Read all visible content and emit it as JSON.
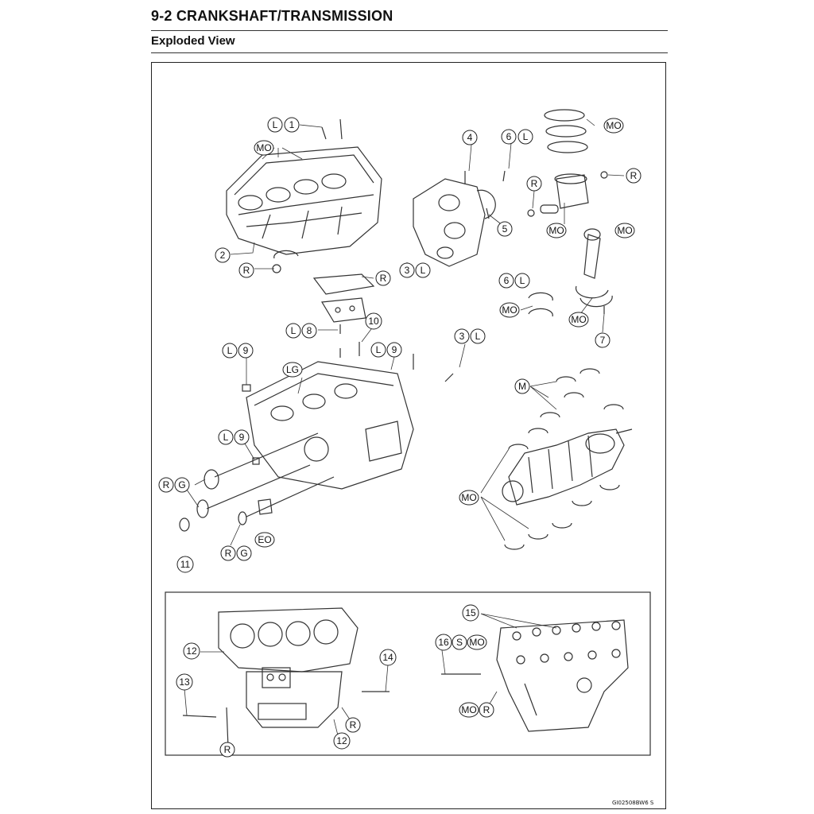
{
  "header": {
    "section_title": "9-2 CRANKSHAFT/TRANSMISSION",
    "view_title": "Exploded View"
  },
  "figure": {
    "figure_id": "GI02508BW6 S",
    "callouts": {
      "c1": [
        "L",
        "1"
      ],
      "c2": [
        "2"
      ],
      "c3a": [
        "3",
        "L"
      ],
      "c3b": [
        "3",
        "L"
      ],
      "c4": [
        "4"
      ],
      "c5": [
        "5"
      ],
      "c6a": [
        "6",
        "L"
      ],
      "c6b": [
        "6",
        "L"
      ],
      "c7": [
        "7"
      ],
      "c8": [
        "L",
        "8"
      ],
      "c9a": [
        "L",
        "9"
      ],
      "c9b": [
        "L",
        "9"
      ],
      "c9c": [
        "L",
        "9"
      ],
      "c10": [
        "10"
      ],
      "c11": [
        "11"
      ],
      "c12a": [
        "12"
      ],
      "c12b": [
        "12"
      ],
      "c13": [
        "13"
      ],
      "c14": [
        "14"
      ],
      "c15": [
        "15"
      ],
      "c16": [
        "16",
        "S",
        "MO"
      ],
      "r1": [
        "R"
      ],
      "r2": [
        "R"
      ],
      "r3": [
        "R"
      ],
      "r4": [
        "R"
      ],
      "r5": [
        "R"
      ],
      "r6": [
        "R"
      ],
      "mo1": [
        "MO"
      ],
      "mo2": [
        "MO"
      ],
      "mo3": [
        "MO"
      ],
      "mo4": [
        "MO"
      ],
      "mo5": [
        "MO"
      ],
      "mo6": [
        "MO"
      ],
      "mo7": [
        "MO"
      ],
      "mor": [
        "MO",
        "R"
      ],
      "lg": [
        "LG"
      ],
      "m": [
        "M"
      ],
      "rg1": [
        "R",
        "G"
      ],
      "rg2": [
        "R",
        "G"
      ],
      "eo": [
        "EO"
      ]
    }
  }
}
